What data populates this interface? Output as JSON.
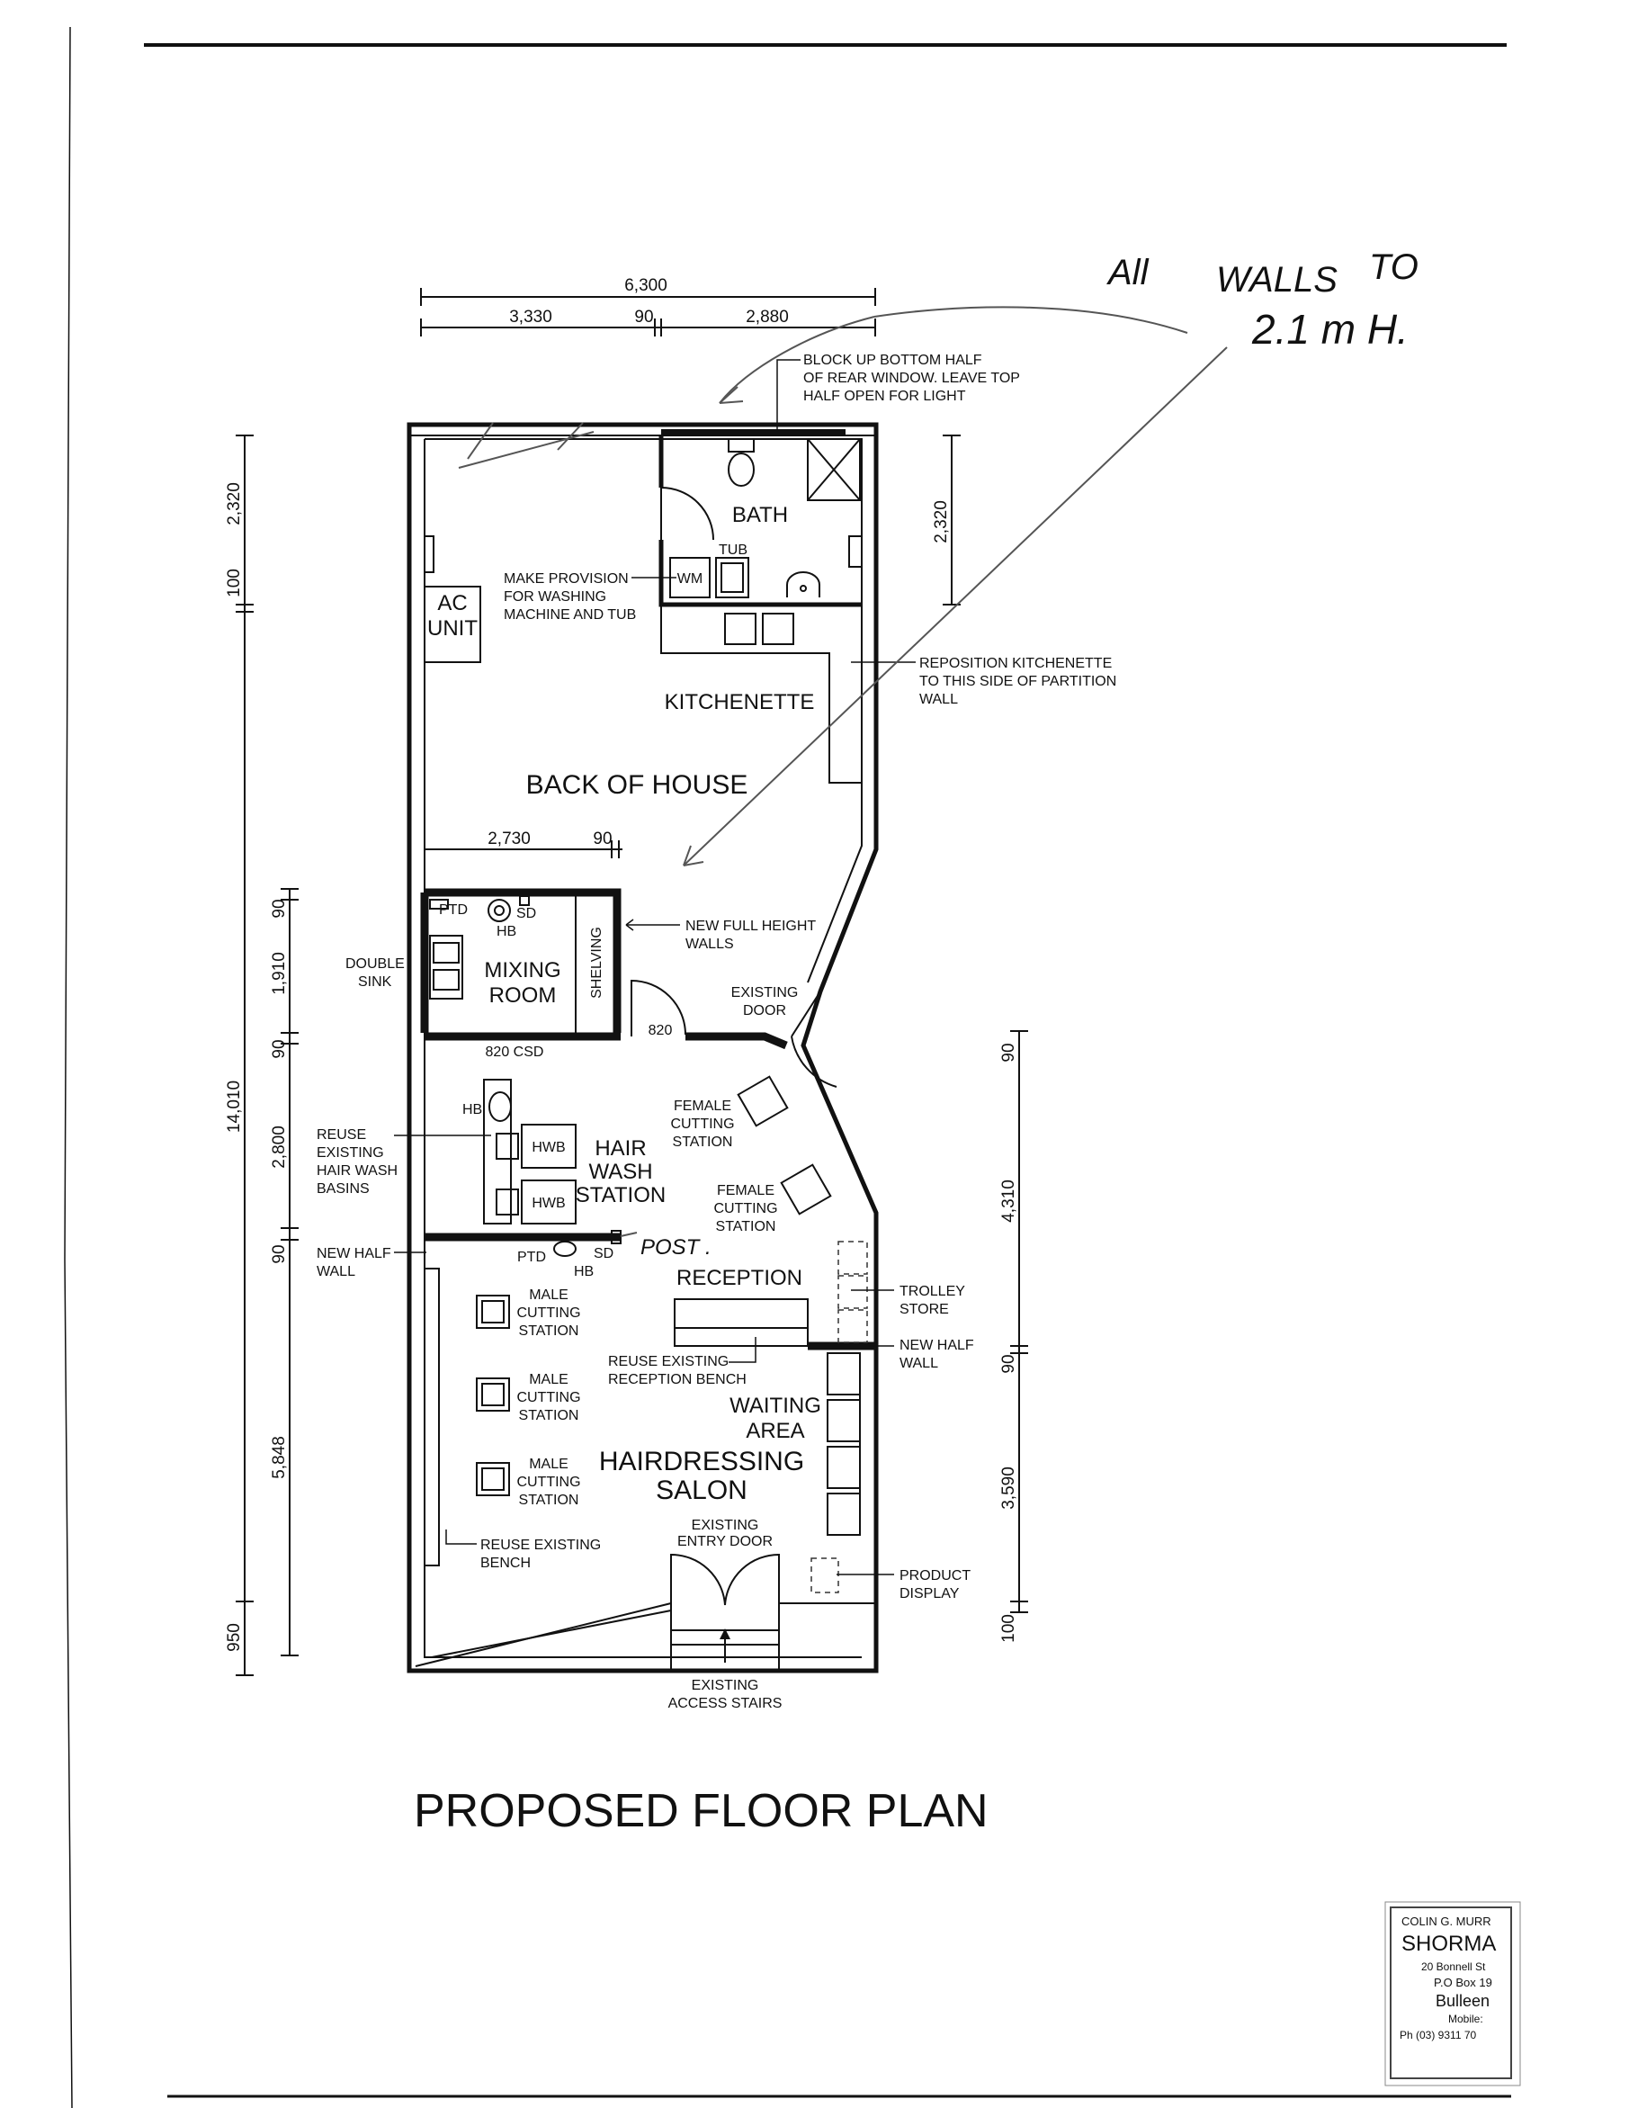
{
  "title": "PROPOSED FLOOR PLAN",
  "rooms": {
    "bath": "BATH",
    "kitchenette": "KITCHENETTE",
    "back_of_house": "BACK OF HOUSE",
    "mixing_room": [
      "MIXING",
      "ROOM"
    ],
    "shelving": "SHELVING",
    "hair_wash_station": [
      "HAIR",
      "WASH",
      "STATION"
    ],
    "reception": "RECEPTION",
    "waiting_area": [
      "WAITING",
      "AREA"
    ],
    "hairdressing_salon": [
      "HAIRDRESSING",
      "SALON"
    ]
  },
  "fixtures": {
    "tub": "TUB",
    "wm": "WM",
    "ac_unit": [
      "AC",
      "UNIT"
    ],
    "hwb": "HWB",
    "hb": "HB",
    "sd": "SD",
    "ptd": "PTD",
    "csd": "820 CSD",
    "door_820": "820",
    "female_station": [
      "FEMALE",
      "CUTTING",
      "STATION"
    ],
    "male_station": [
      "MALE",
      "CUTTING",
      "STATION"
    ]
  },
  "notes": {
    "rear_window": [
      "BLOCK UP BOTTOM HALF",
      "OF REAR WINDOW. LEAVE TOP",
      "HALF OPEN FOR LIGHT"
    ],
    "washing_machine": [
      "MAKE PROVISION",
      "FOR WASHING",
      "MACHINE AND TUB"
    ],
    "kitchenette": [
      "REPOSITION KITCHENETTE",
      "TO THIS SIDE OF PARTITION",
      "WALL"
    ],
    "full_height_walls": [
      "NEW FULL HEIGHT",
      "WALLS"
    ],
    "double_sink": [
      "DOUBLE",
      "SINK"
    ],
    "existing_door": [
      "EXISTING",
      "DOOR"
    ],
    "reuse_basins": [
      "REUSE",
      "EXISTING",
      "HAIR WASH",
      "BASINS"
    ],
    "new_half_wall": [
      "NEW HALF",
      "WALL"
    ],
    "trolley_store": [
      "TROLLEY",
      "STORE"
    ],
    "reception_bench": [
      "REUSE EXISTING",
      "RECEPTION BENCH"
    ],
    "reuse_bench": [
      "REUSE EXISTING",
      "BENCH"
    ],
    "entry_door": [
      "EXISTING",
      "ENTRY DOOR"
    ],
    "product_display": [
      "PRODUCT",
      "DISPLAY"
    ],
    "access_stairs": [
      "EXISTING",
      "ACCESS STAIRS"
    ]
  },
  "dimensions": {
    "top_total": "6,300",
    "top_left": "3,330",
    "top_mid": "90",
    "top_right": "2,880",
    "inner_left": "2,730",
    "inner_mid": "90",
    "bath_right": "2,320",
    "left_total": "14,010",
    "left_a": "2,320",
    "left_b": "100",
    "left_c": "950",
    "left2": [
      "90",
      "1,910",
      "90",
      "2,800",
      "90",
      "5,848"
    ],
    "right": [
      "90",
      "4,310",
      "90",
      "3,590",
      "100"
    ]
  },
  "handwriting": {
    "line1": [
      "All",
      "WALLS",
      "TO"
    ],
    "line2": "2.1 m H.",
    "post": "POST ."
  },
  "title_block": [
    "COLIN G. MURR",
    "SHORMA",
    "20 Bonnell St",
    "P.O Box 19",
    "Bulleen",
    "Mobile:",
    "Ph (03) 9311 70"
  ]
}
